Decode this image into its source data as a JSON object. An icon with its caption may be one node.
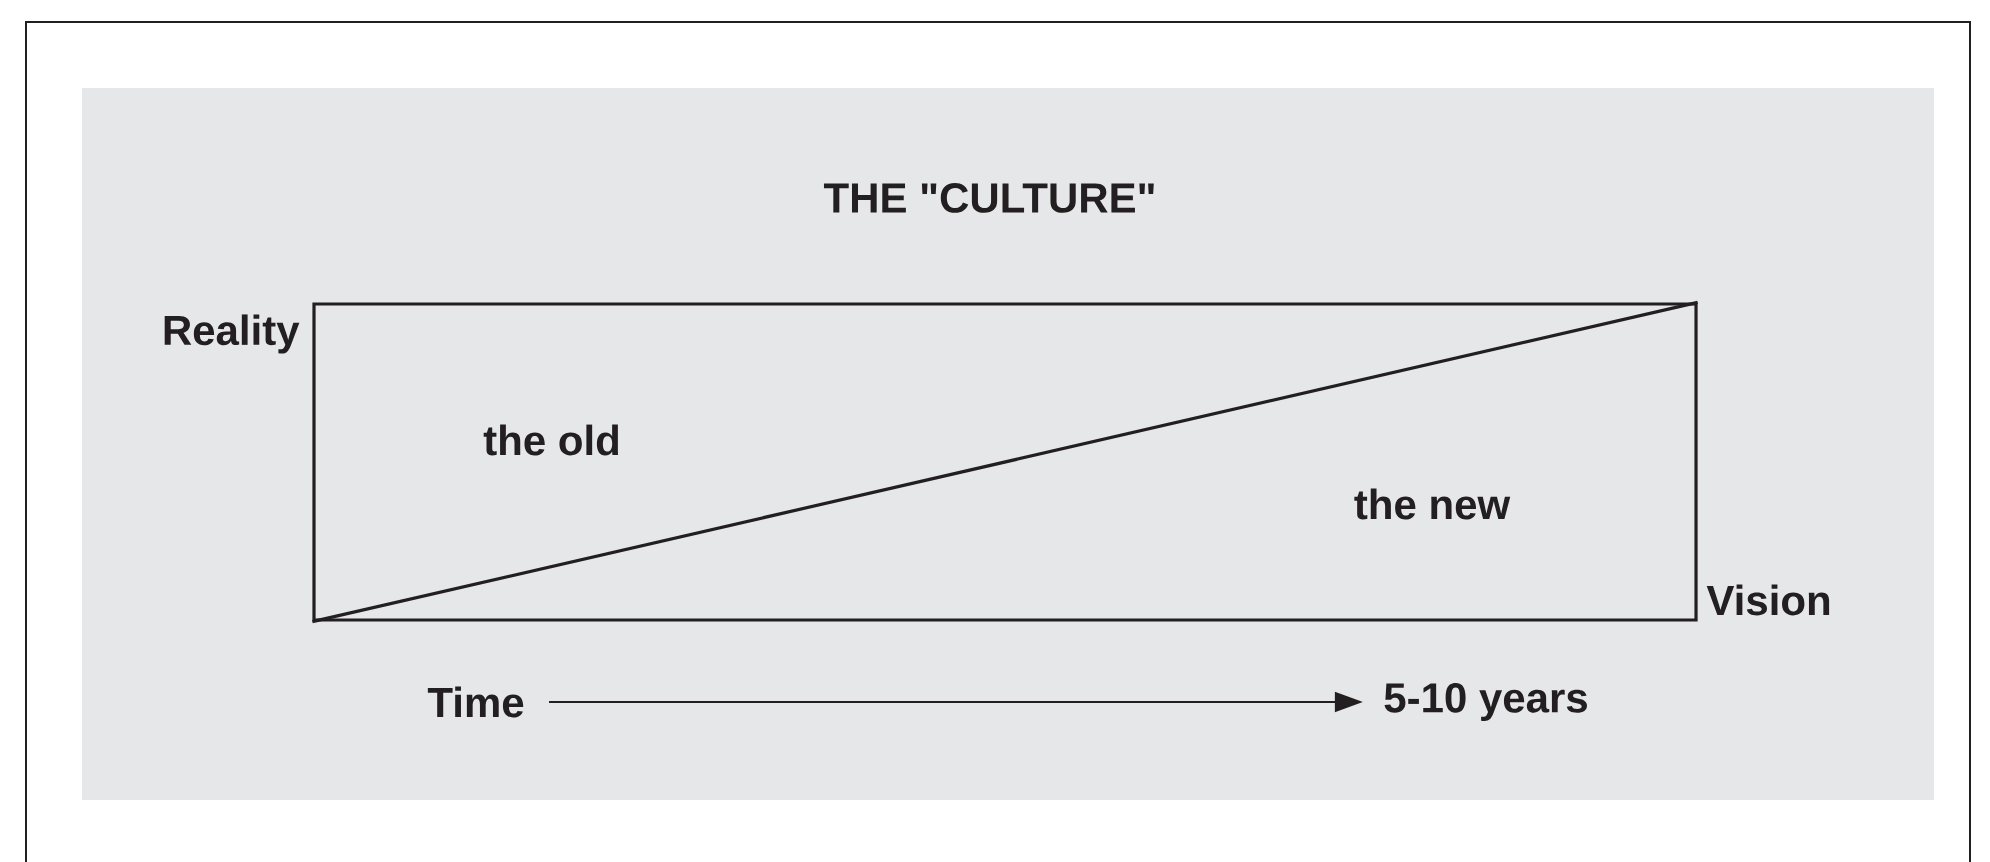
{
  "diagram": {
    "title": "THE \"CULTURE\"",
    "nodes": [
      {
        "text": [
          "the old",
          "the new"
        ]
      },
      {
        "text": [
          "Time"
        ]
      },
      {
        "text": [
          "5-10 years"
        ]
      }
    ],
    "edges": [
      {
        "from": 1,
        "to": 2,
        "arrow": "to"
      }
    ],
    "labels": [
      "Reality",
      "Vision"
    ]
  }
}
